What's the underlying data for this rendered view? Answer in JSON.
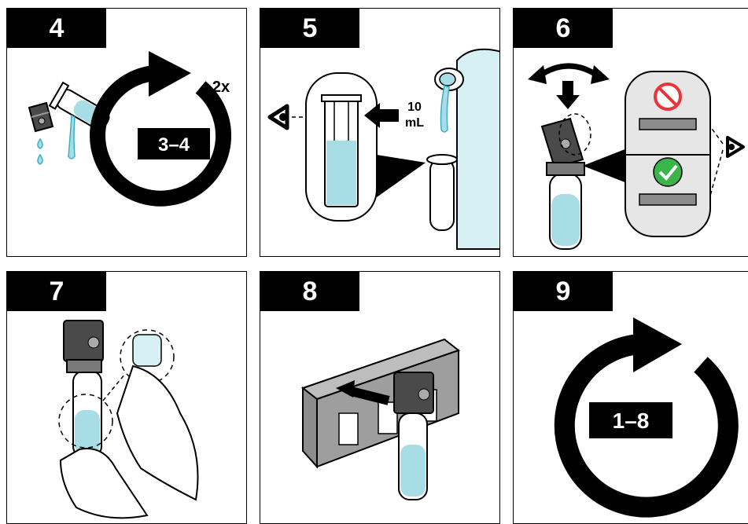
{
  "panels": [
    {
      "step": "4",
      "repeat_label": "3–4",
      "count_label": "2x"
    },
    {
      "step": "5",
      "volume_value": "10",
      "volume_unit": "mL"
    },
    {
      "step": "6"
    },
    {
      "step": "7"
    },
    {
      "step": "8"
    },
    {
      "step": "9",
      "repeat_label": "1–8"
    }
  ],
  "colors": {
    "liquid": "#a8dde6",
    "liquid_stroke": "#3aaec4",
    "cap_dark": "#4a4a4a",
    "cap_mid": "#7a7a7a",
    "rack_gray": "#8c8c8c",
    "check_green": "#39b54a",
    "prohibit_red": "#e8343a"
  },
  "icons": [
    "eye-icon",
    "arrow-icon",
    "rotate-arrow-icon",
    "check-icon",
    "prohibited-icon"
  ]
}
